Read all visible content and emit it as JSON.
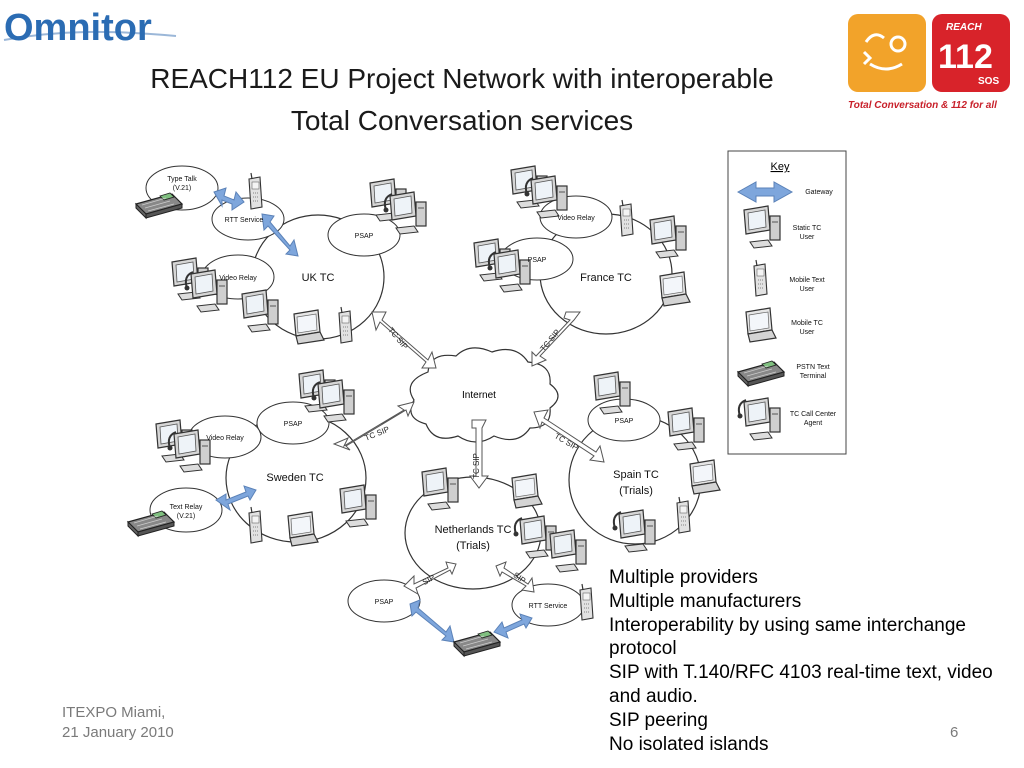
{
  "brand": {
    "name": "Omnitor",
    "color": "#2b6cb3"
  },
  "title": {
    "line1": "REACH112 EU Project Network with interoperable",
    "line2": "Total Conversation services"
  },
  "reach_logo": {
    "badge_top": "REACH",
    "badge_number": "112",
    "badge_sub": "SOS",
    "tagline": "Total Conversation & 112 for all",
    "colors": {
      "orange": "#f2a32a",
      "red": "#d8232a"
    }
  },
  "network": {
    "uk": {
      "name": "UK TC",
      "typetalk": [
        "Type Talk",
        "(V.21)"
      ],
      "rtt": "RTT Service",
      "psap": "PSAP",
      "video_relay": "Video Relay"
    },
    "france": {
      "name": "France TC",
      "video_relay": "Video Relay",
      "psap": "PSAP"
    },
    "sweden": {
      "name": "Sweden TC",
      "psap": "PSAP",
      "video_relay": "Video Relay",
      "text_relay": [
        "Text Relay",
        "(V.21)"
      ]
    },
    "spain": {
      "name": [
        "Spain TC",
        "(Trials)"
      ],
      "psap": "PSAP"
    },
    "netherlands": {
      "name": [
        "Netherlands TC",
        "(Trials)"
      ],
      "psap": "PSAP",
      "rtt": "RTT Service"
    },
    "internet": "Internet",
    "links": {
      "tc_sip": "TC SIP",
      "sip": "SIP"
    }
  },
  "key": {
    "title": "Key",
    "items": [
      {
        "label": [
          "Gateway"
        ],
        "icon": "gateway-arrow-icon"
      },
      {
        "label": [
          "Static TC",
          "User"
        ],
        "icon": "desktop-computer-icon"
      },
      {
        "label": [
          "Mobile Text",
          "User"
        ],
        "icon": "mobile-phone-icon"
      },
      {
        "label": [
          "Mobile TC",
          "User"
        ],
        "icon": "laptop-icon"
      },
      {
        "label": [
          "PSTN Text",
          "Terminal"
        ],
        "icon": "text-terminal-icon"
      },
      {
        "label": [
          "TC Call Center",
          "Agent"
        ],
        "icon": "call-center-agent-icon"
      }
    ]
  },
  "bullets": [
    "Multiple providers",
    "Multiple manufacturers",
    "Interoperability by using same interchange protocol",
    "SIP with T.140/RFC 4103 real-time text, video and audio.",
    "SIP peering",
    "No isolated islands"
  ],
  "footer": {
    "line1": "ITEXPO Miami,",
    "line2": "21 January 2010",
    "page": "6"
  }
}
